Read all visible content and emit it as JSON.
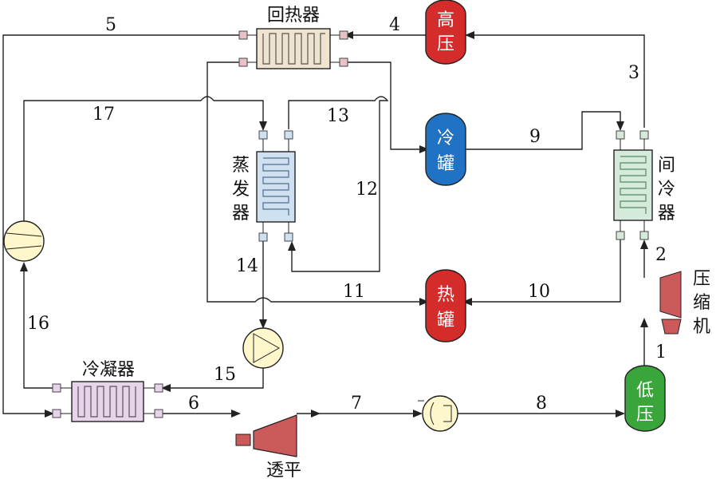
{
  "colors": {
    "line": "#222222",
    "high_tank": "#d42b2b",
    "cold_tank": "#1f72c4",
    "hot_tank": "#d42b2b",
    "low_tank": "#3aa53a",
    "regenerator": "#efe4cf",
    "evaporator": "#cfe0f0",
    "intercooler": "#d6eadc",
    "condenser": "#e7d3ea",
    "compressor": "#cc5a5a",
    "pump": "#fff7cc"
  },
  "components": {
    "regenerator": "回热器",
    "evaporator": "蒸发器",
    "intercooler": "间冷器",
    "condenser": "冷凝器",
    "compressor": "压缩机",
    "expander": "透平",
    "high_tank": "高压",
    "cold_tank": "冷罐",
    "hot_tank": "热罐",
    "low_tank": "低压"
  },
  "streams": [
    "1",
    "2",
    "3",
    "4",
    "5",
    "6",
    "7",
    "8",
    "9",
    "10",
    "11",
    "12",
    "13",
    "14",
    "15",
    "16",
    "17"
  ]
}
